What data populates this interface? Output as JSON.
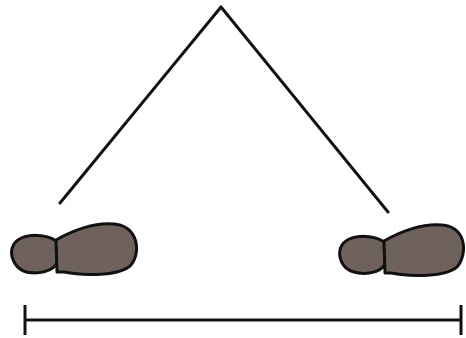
{
  "diagram": {
    "description_visible_text": "",
    "colors": {
      "background": "#ffffff",
      "line": "#111111",
      "shoe_fill": "#6f625c",
      "shoe_outline": "#111111"
    },
    "elements": [
      {
        "name": "triangle-lines",
        "kind": "line-drawing"
      },
      {
        "name": "left-shoe-icon",
        "kind": "shoe-print"
      },
      {
        "name": "right-shoe-icon",
        "kind": "shoe-print"
      },
      {
        "name": "span-bar",
        "kind": "dimension-line"
      }
    ]
  }
}
